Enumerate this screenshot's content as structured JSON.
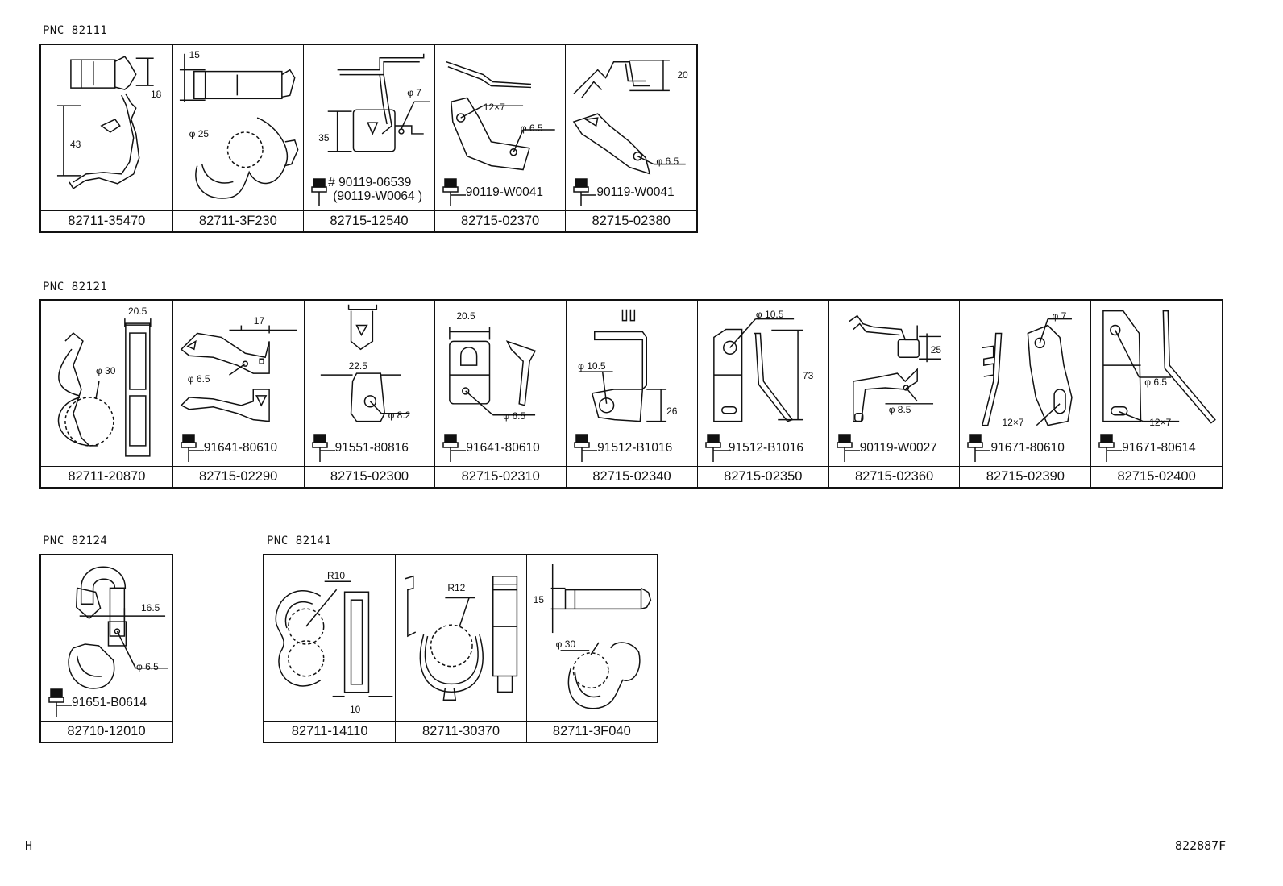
{
  "groups": [
    {
      "pnc": "PNC 82111",
      "parts": [
        {
          "part_no": "82711-35470",
          "dims": [
            "18",
            "43"
          ]
        },
        {
          "part_no": "82711-3F230",
          "dims": [
            "15",
            "φ 25"
          ]
        },
        {
          "part_no": "82715-12540",
          "dims": [
            "φ 7",
            "35"
          ],
          "bolt": [
            "# 90119-06539",
            "(90119-W0064 )"
          ]
        },
        {
          "part_no": "82715-02370",
          "dims": [
            "12×7",
            "φ 6.5"
          ],
          "bolt": [
            "90119-W0041"
          ]
        },
        {
          "part_no": "82715-02380",
          "dims": [
            "20",
            "φ 6.5"
          ],
          "bolt": [
            "90119-W0041"
          ]
        }
      ]
    },
    {
      "pnc": "PNC 82121",
      "parts": [
        {
          "part_no": "82711-20870",
          "dims": [
            "20.5",
            "φ 30"
          ]
        },
        {
          "part_no": "82715-02290",
          "dims": [
            "17",
            "φ 6.5"
          ],
          "bolt": [
            "91641-80610"
          ]
        },
        {
          "part_no": "82715-02300",
          "dims": [
            "22.5",
            "φ 8.2"
          ],
          "bolt": [
            "91551-80816"
          ]
        },
        {
          "part_no": "82715-02310",
          "dims": [
            "20.5",
            "φ 6.5"
          ],
          "bolt": [
            "91641-80610"
          ]
        },
        {
          "part_no": "82715-02340",
          "dims": [
            "φ 10.5",
            "26"
          ],
          "bolt": [
            "91512-B1016"
          ]
        },
        {
          "part_no": "82715-02350",
          "dims": [
            "φ 10.5",
            "73"
          ],
          "bolt": [
            "91512-B1016"
          ]
        },
        {
          "part_no": "82715-02360",
          "dims": [
            "25",
            "φ 8.5"
          ],
          "bolt": [
            "90119-W0027"
          ]
        },
        {
          "part_no": "82715-02390",
          "dims": [
            "φ 7",
            "12×7"
          ],
          "bolt": [
            "91671-80610"
          ]
        },
        {
          "part_no": "82715-02400",
          "dims": [
            "φ 6.5",
            "12×7"
          ],
          "bolt": [
            "91671-80614"
          ]
        }
      ]
    },
    {
      "pnc": "PNC 82124",
      "parts": [
        {
          "part_no": "82710-12010",
          "dims": [
            "16.5",
            "φ 6.5"
          ],
          "bolt": [
            "91651-B0614"
          ]
        }
      ]
    },
    {
      "pnc": "PNC 82141",
      "parts": [
        {
          "part_no": "82711-14110",
          "dims": [
            "R10",
            "10"
          ]
        },
        {
          "part_no": "82711-30370",
          "dims": [
            "R12"
          ]
        },
        {
          "part_no": "82711-3F040",
          "dims": [
            "15",
            "φ 30"
          ]
        }
      ]
    }
  ],
  "footer": {
    "left": "H",
    "right": "822887F"
  }
}
